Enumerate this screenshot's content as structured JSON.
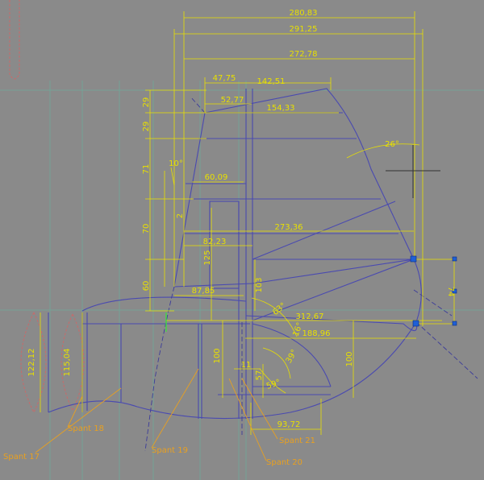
{
  "colors": {
    "background": "#8a8a8a",
    "dimension": "#e8e000",
    "outline": "#4a4ab0",
    "frame": "#3c3c9a",
    "guide": "#6fa89a",
    "label": "#e8a020",
    "section": "#c86a6a",
    "grip": "#1f5fd6",
    "crosshair": "#333333"
  },
  "dimensions": {
    "d1": "280,83",
    "d2": "291,25",
    "d3": "272,78",
    "d4": "47,75",
    "d5": "142,51",
    "d6": "52,77",
    "d7": "154,33",
    "d8": "60,09",
    "d9": "273,36",
    "d10": "82,23",
    "d11": "87,85",
    "d12": "312,67",
    "d13": "188,96",
    "d14": "93,72",
    "d15": "11"
  },
  "vertical_dimensions": {
    "v1": "29",
    "v2": "29",
    "v3": "71",
    "v4": "70",
    "v5": "60",
    "v6": "125",
    "v7": "2",
    "v8": "103",
    "v9": "100",
    "v10": "57",
    "v11": "100",
    "v12": "122,12",
    "v13": "115,04",
    "v14": "74"
  },
  "angles": {
    "a1": "10°",
    "a2": "26°",
    "a3": "63°",
    "a4": "16°",
    "a5": "39°",
    "a6": "59°"
  },
  "labels": {
    "spant17": "Spant 17",
    "spant18": "Spant 18",
    "spant19": "Spant 19",
    "spant20": "Spant 20",
    "spant21": "Spant 21"
  }
}
